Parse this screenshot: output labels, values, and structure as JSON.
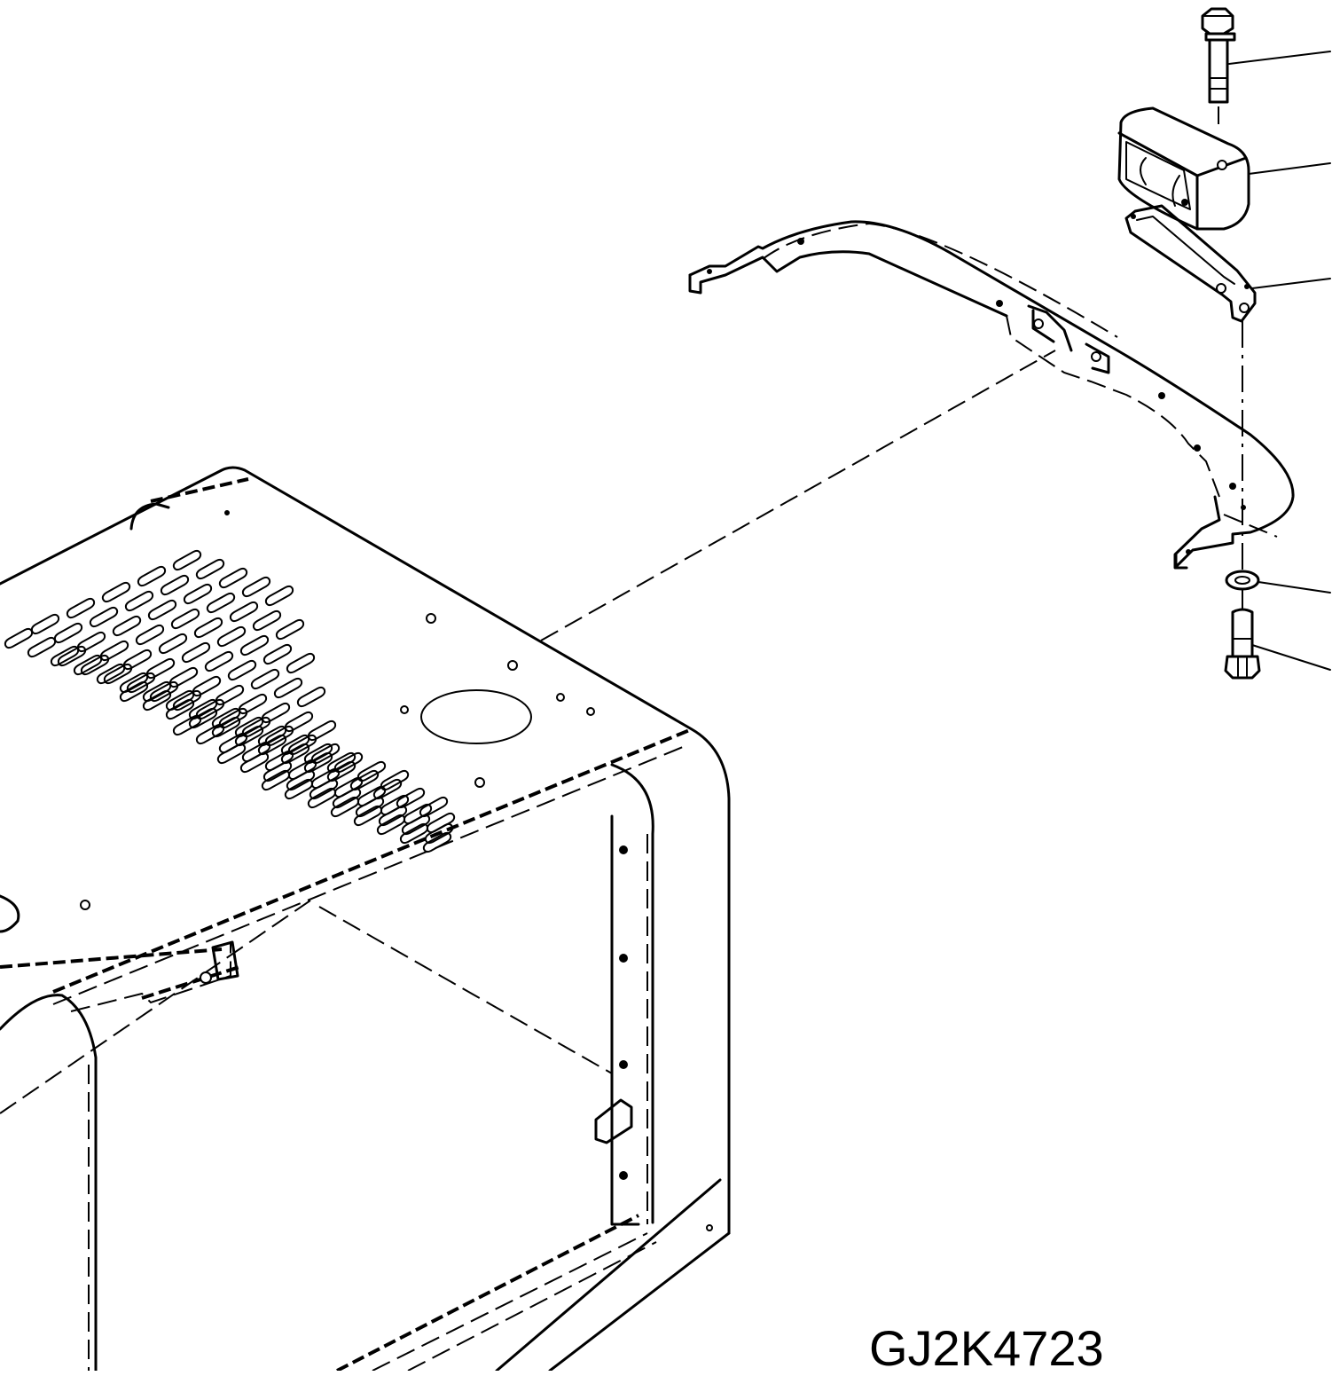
{
  "drawing": {
    "code": "GJ2K4723",
    "line_color": "#000000",
    "background_color": "#ffffff"
  },
  "parts": [
    {
      "name": "bolt-top"
    },
    {
      "name": "lamp"
    },
    {
      "name": "lamp-bracket"
    },
    {
      "name": "guard-bar"
    },
    {
      "name": "washer"
    },
    {
      "name": "bolt-bottom"
    },
    {
      "name": "hood-cover"
    }
  ],
  "leader_lines": 5
}
